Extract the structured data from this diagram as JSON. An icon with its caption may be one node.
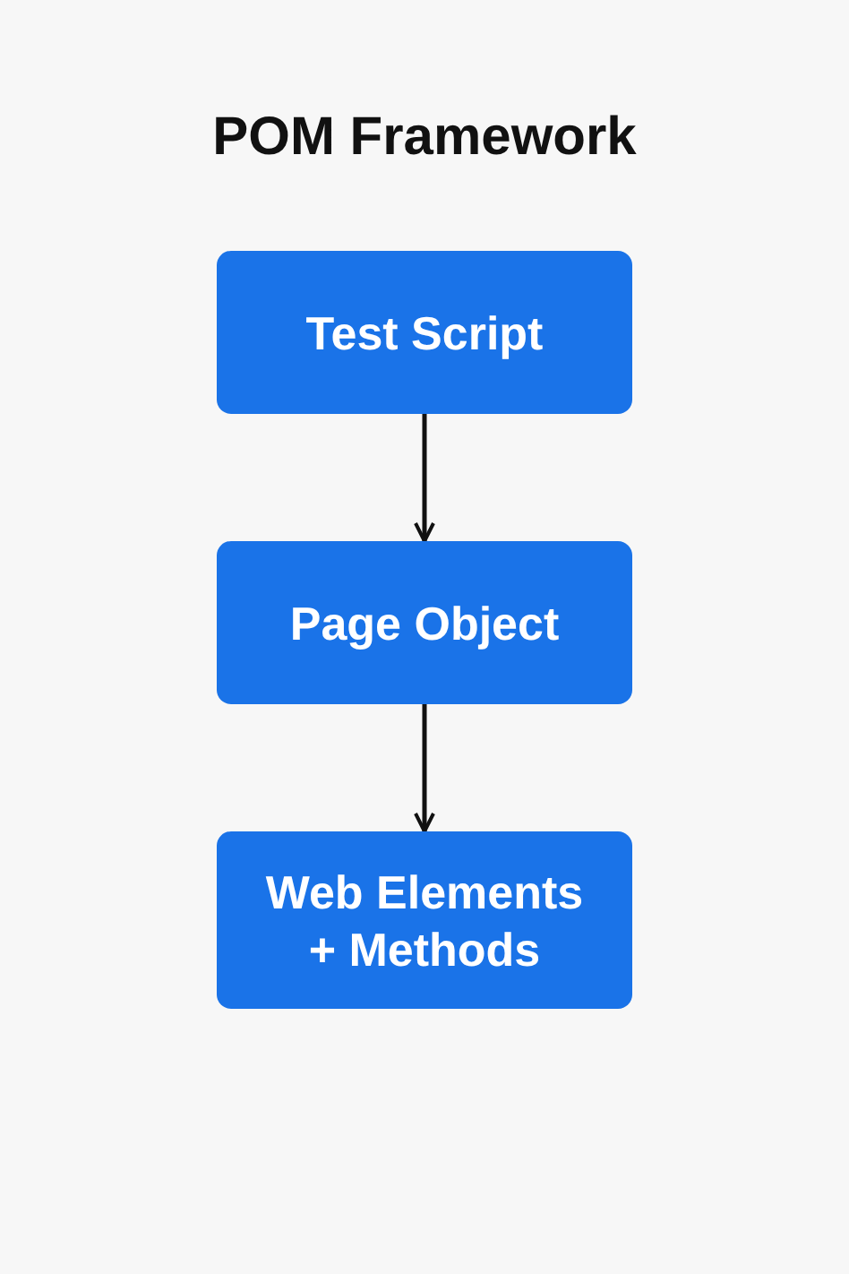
{
  "diagram": {
    "title": "POM Framework",
    "nodes": [
      {
        "text": [
          "Test Script"
        ]
      },
      {
        "text": [
          "Page Object"
        ]
      },
      {
        "text": [
          "Web Elements + Methods"
        ]
      }
    ],
    "edges": [
      {
        "from": 0,
        "to": 1,
        "arrow": "to"
      },
      {
        "from": 1,
        "to": 2,
        "arrow": "to"
      }
    ]
  }
}
